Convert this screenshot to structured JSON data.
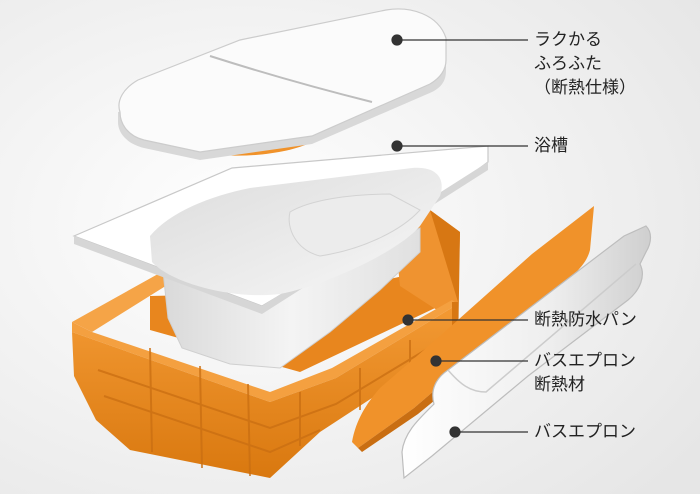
{
  "colors": {
    "background": "#f2f2f2",
    "orange": "#f0922a",
    "orange_dark": "#c96e12",
    "white_part": "#ffffff",
    "leader_line": "#333333"
  },
  "labels": {
    "lid": [
      "ラクかる",
      "ふろふた",
      "（断熱仕様）"
    ],
    "tub": [
      "浴槽"
    ],
    "pan": [
      "断熱防水パン"
    ],
    "apron_insulation": [
      "バスエプロン",
      "断熱材"
    ],
    "apron": [
      "バスエプロン"
    ]
  }
}
